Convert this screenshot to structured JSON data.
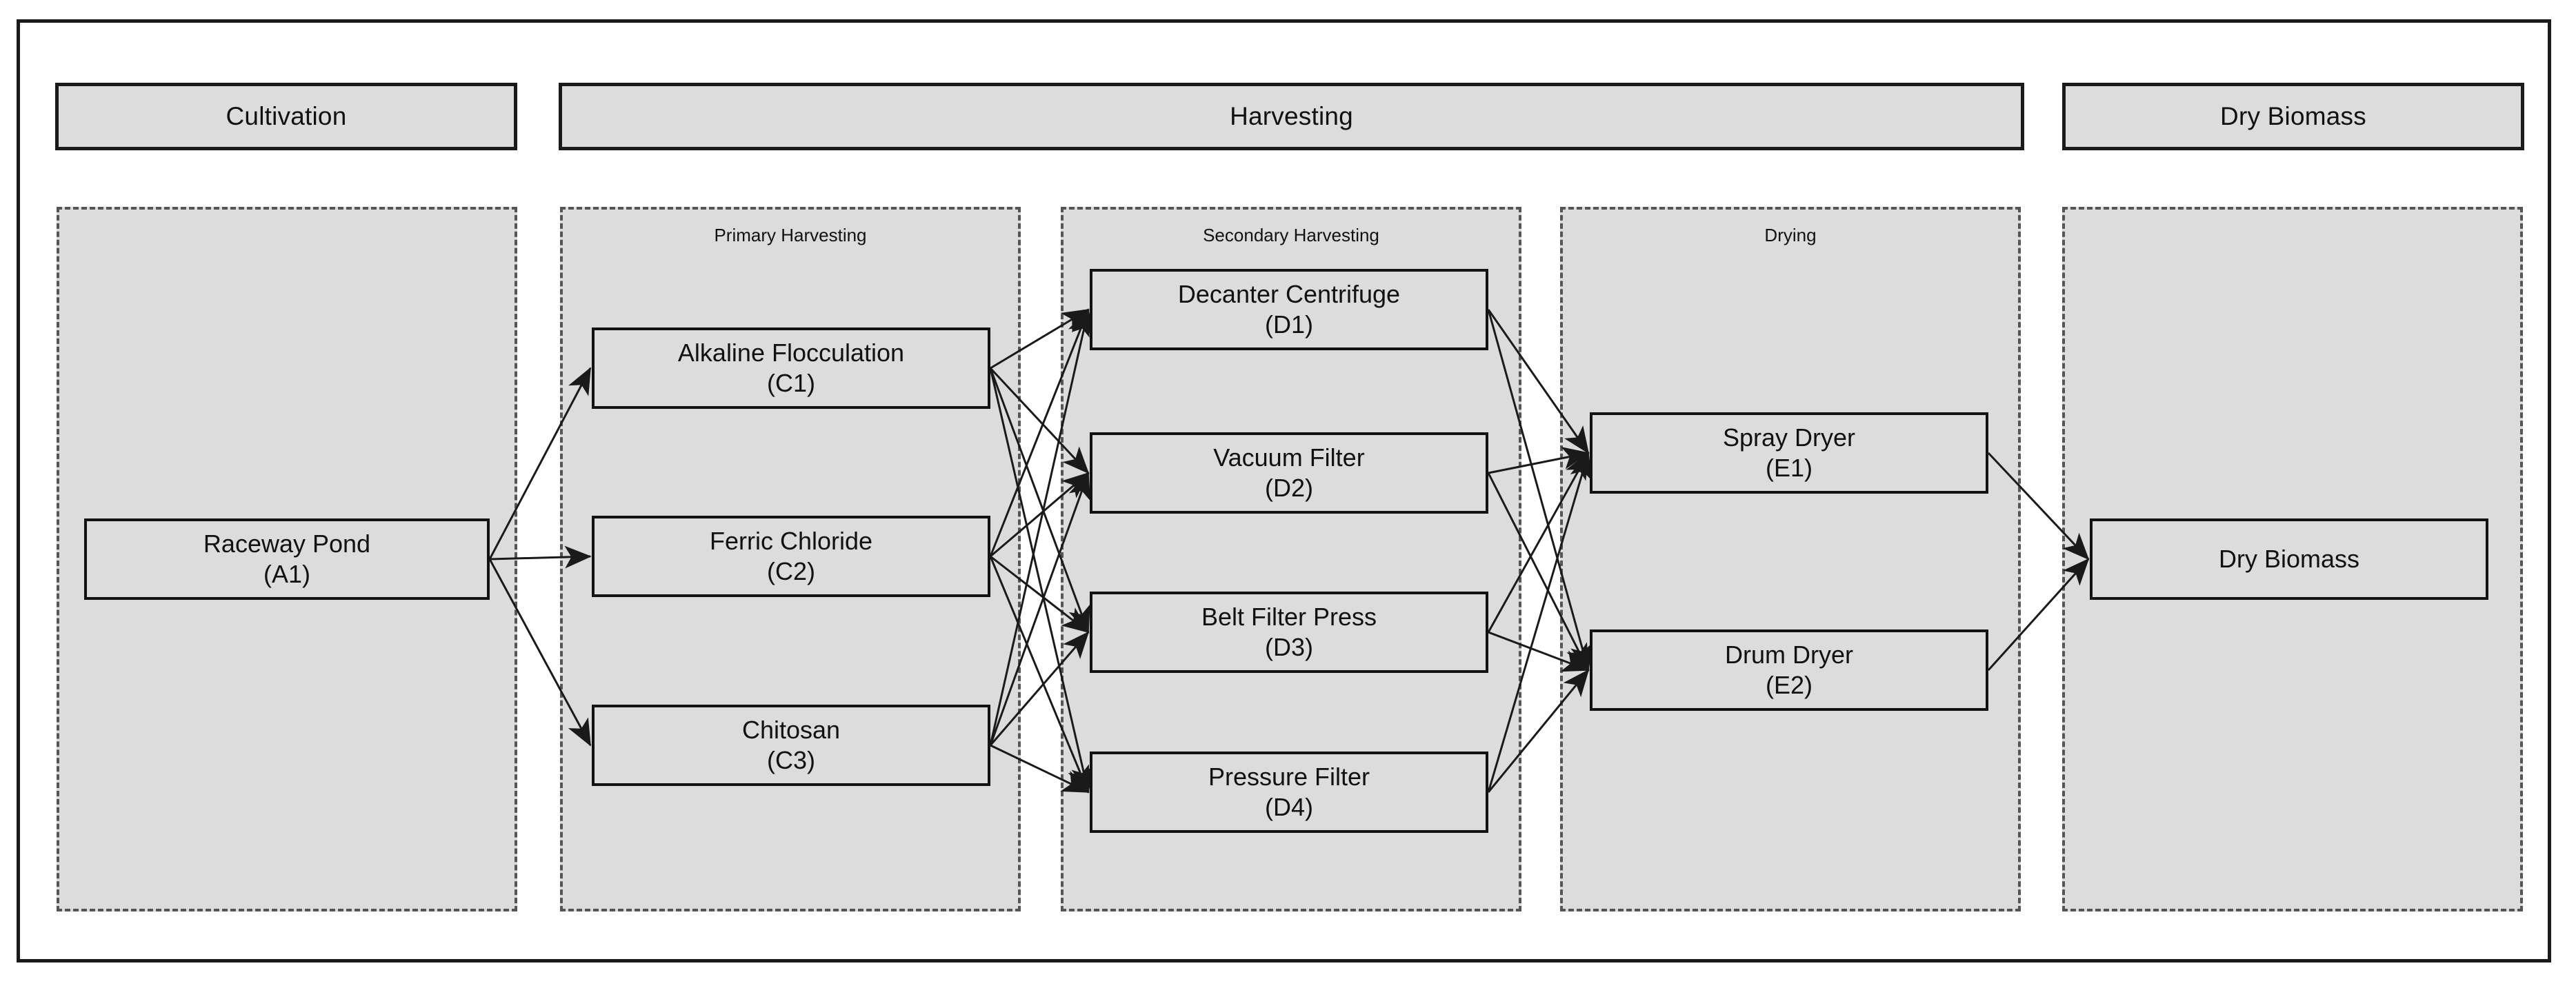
{
  "diagram": {
    "title_stages": [
      {
        "id": "cultivation",
        "label": "Cultivation"
      },
      {
        "id": "harvesting",
        "label": "Harvesting"
      },
      {
        "id": "dry-biomass",
        "label": "Dry Biomass"
      }
    ],
    "phases": [
      {
        "id": "cultivation-phase",
        "label": ""
      },
      {
        "id": "primary-harvesting",
        "label": "Primary Harvesting"
      },
      {
        "id": "secondary-harvesting",
        "label": "Secondary Harvesting"
      },
      {
        "id": "drying",
        "label": "Drying"
      },
      {
        "id": "dry-biomass-phase",
        "label": ""
      }
    ],
    "nodes": [
      {
        "id": "A1",
        "name": "Raceway Pond",
        "code": "(A1)"
      },
      {
        "id": "C1",
        "name": "Alkaline Flocculation",
        "code": "(C1)"
      },
      {
        "id": "C2",
        "name": "Ferric Chloride",
        "code": "(C2)"
      },
      {
        "id": "C3",
        "name": "Chitosan",
        "code": "(C3)"
      },
      {
        "id": "D1",
        "name": "Decanter Centrifuge",
        "code": "(D1)"
      },
      {
        "id": "D2",
        "name": "Vacuum Filter",
        "code": "(D2)"
      },
      {
        "id": "D3",
        "name": "Belt Filter Press",
        "code": "(D3)"
      },
      {
        "id": "D4",
        "name": "Pressure Filter",
        "code": "(D4)"
      },
      {
        "id": "E1",
        "name": "Spray Dryer",
        "code": "(E1)"
      },
      {
        "id": "E2",
        "name": "Drum Dryer",
        "code": "(E2)"
      },
      {
        "id": "F1",
        "name": "Dry Biomass",
        "code": ""
      }
    ],
    "edges": [
      {
        "from": "A1",
        "to": "C1"
      },
      {
        "from": "A1",
        "to": "C2"
      },
      {
        "from": "A1",
        "to": "C3"
      },
      {
        "from": "C1",
        "to": "D1"
      },
      {
        "from": "C1",
        "to": "D2"
      },
      {
        "from": "C1",
        "to": "D3"
      },
      {
        "from": "C1",
        "to": "D4"
      },
      {
        "from": "C2",
        "to": "D1"
      },
      {
        "from": "C2",
        "to": "D2"
      },
      {
        "from": "C2",
        "to": "D3"
      },
      {
        "from": "C2",
        "to": "D4"
      },
      {
        "from": "C3",
        "to": "D1"
      },
      {
        "from": "C3",
        "to": "D2"
      },
      {
        "from": "C3",
        "to": "D3"
      },
      {
        "from": "C3",
        "to": "D4"
      },
      {
        "from": "D1",
        "to": "E1"
      },
      {
        "from": "D1",
        "to": "E2"
      },
      {
        "from": "D2",
        "to": "E1"
      },
      {
        "from": "D2",
        "to": "E2"
      },
      {
        "from": "D3",
        "to": "E1"
      },
      {
        "from": "D3",
        "to": "E2"
      },
      {
        "from": "D4",
        "to": "E1"
      },
      {
        "from": "D4",
        "to": "E2"
      },
      {
        "from": "E1",
        "to": "F1"
      },
      {
        "from": "E2",
        "to": "F1"
      }
    ],
    "colors": {
      "node_fill": "#dcdcdc",
      "node_stroke": "#121212",
      "phase_fill": "#dcdcdc",
      "phase_stroke": "#555555",
      "edge": "#1a1a1a",
      "background": "#ffffff"
    }
  }
}
